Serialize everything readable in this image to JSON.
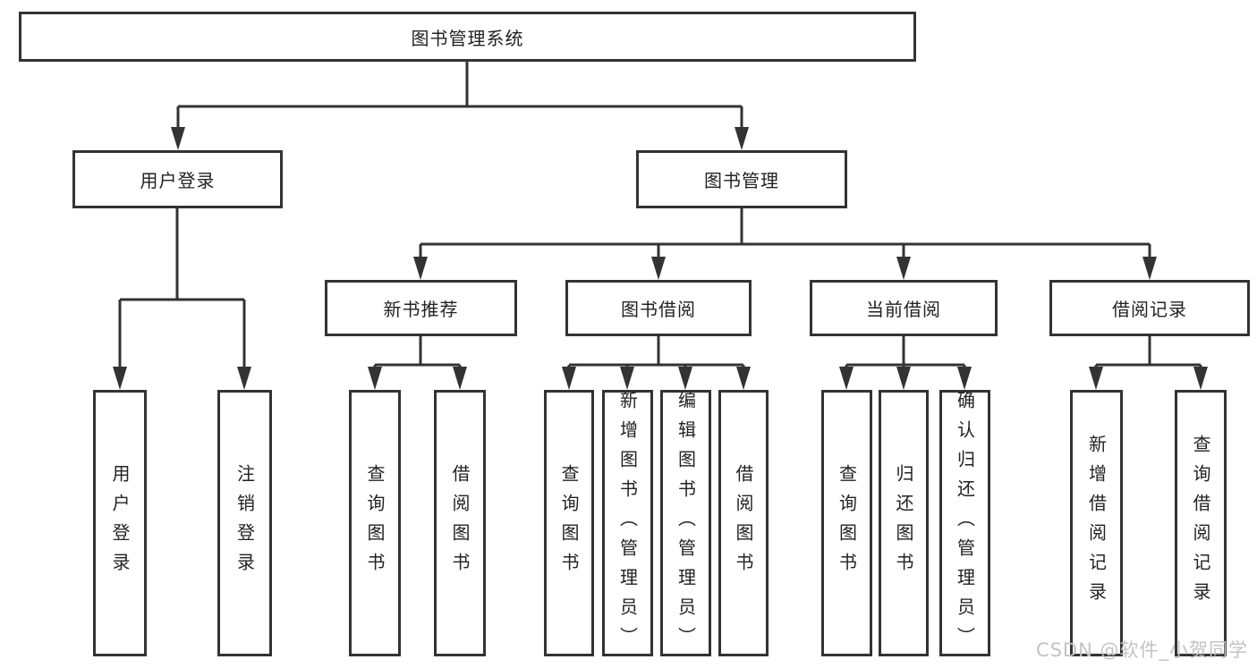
{
  "tree": {
    "label": "图书管理系统",
    "children": [
      {
        "label": "用户登录",
        "children": [
          {
            "label": "用户登录"
          },
          {
            "label": "注销登录"
          }
        ]
      },
      {
        "label": "图书管理",
        "children": [
          {
            "label": "新书推荐",
            "children": [
              {
                "label": "查询图书"
              },
              {
                "label": "借阅图书"
              }
            ]
          },
          {
            "label": "图书借阅",
            "children": [
              {
                "label": "查询图书"
              },
              {
                "label": "新增图书（管理员）"
              },
              {
                "label": "编辑图书（管理员）"
              },
              {
                "label": "借阅图书"
              }
            ]
          },
          {
            "label": "当前借阅",
            "children": [
              {
                "label": "查询图书"
              },
              {
                "label": "归还图书"
              },
              {
                "label": "确认归还（管理员）"
              }
            ]
          },
          {
            "label": "借阅记录",
            "children": [
              {
                "label": "新增借阅记录"
              },
              {
                "label": "查询借阅记录"
              }
            ]
          }
        ]
      }
    ]
  },
  "watermark": {
    "text": "CSDN @软件_小贺同学"
  },
  "colors": {
    "line": "#333333",
    "box_border": "#333333",
    "text": "#222222",
    "watermark": "#c3c3c3",
    "background": "#ffffff"
  }
}
